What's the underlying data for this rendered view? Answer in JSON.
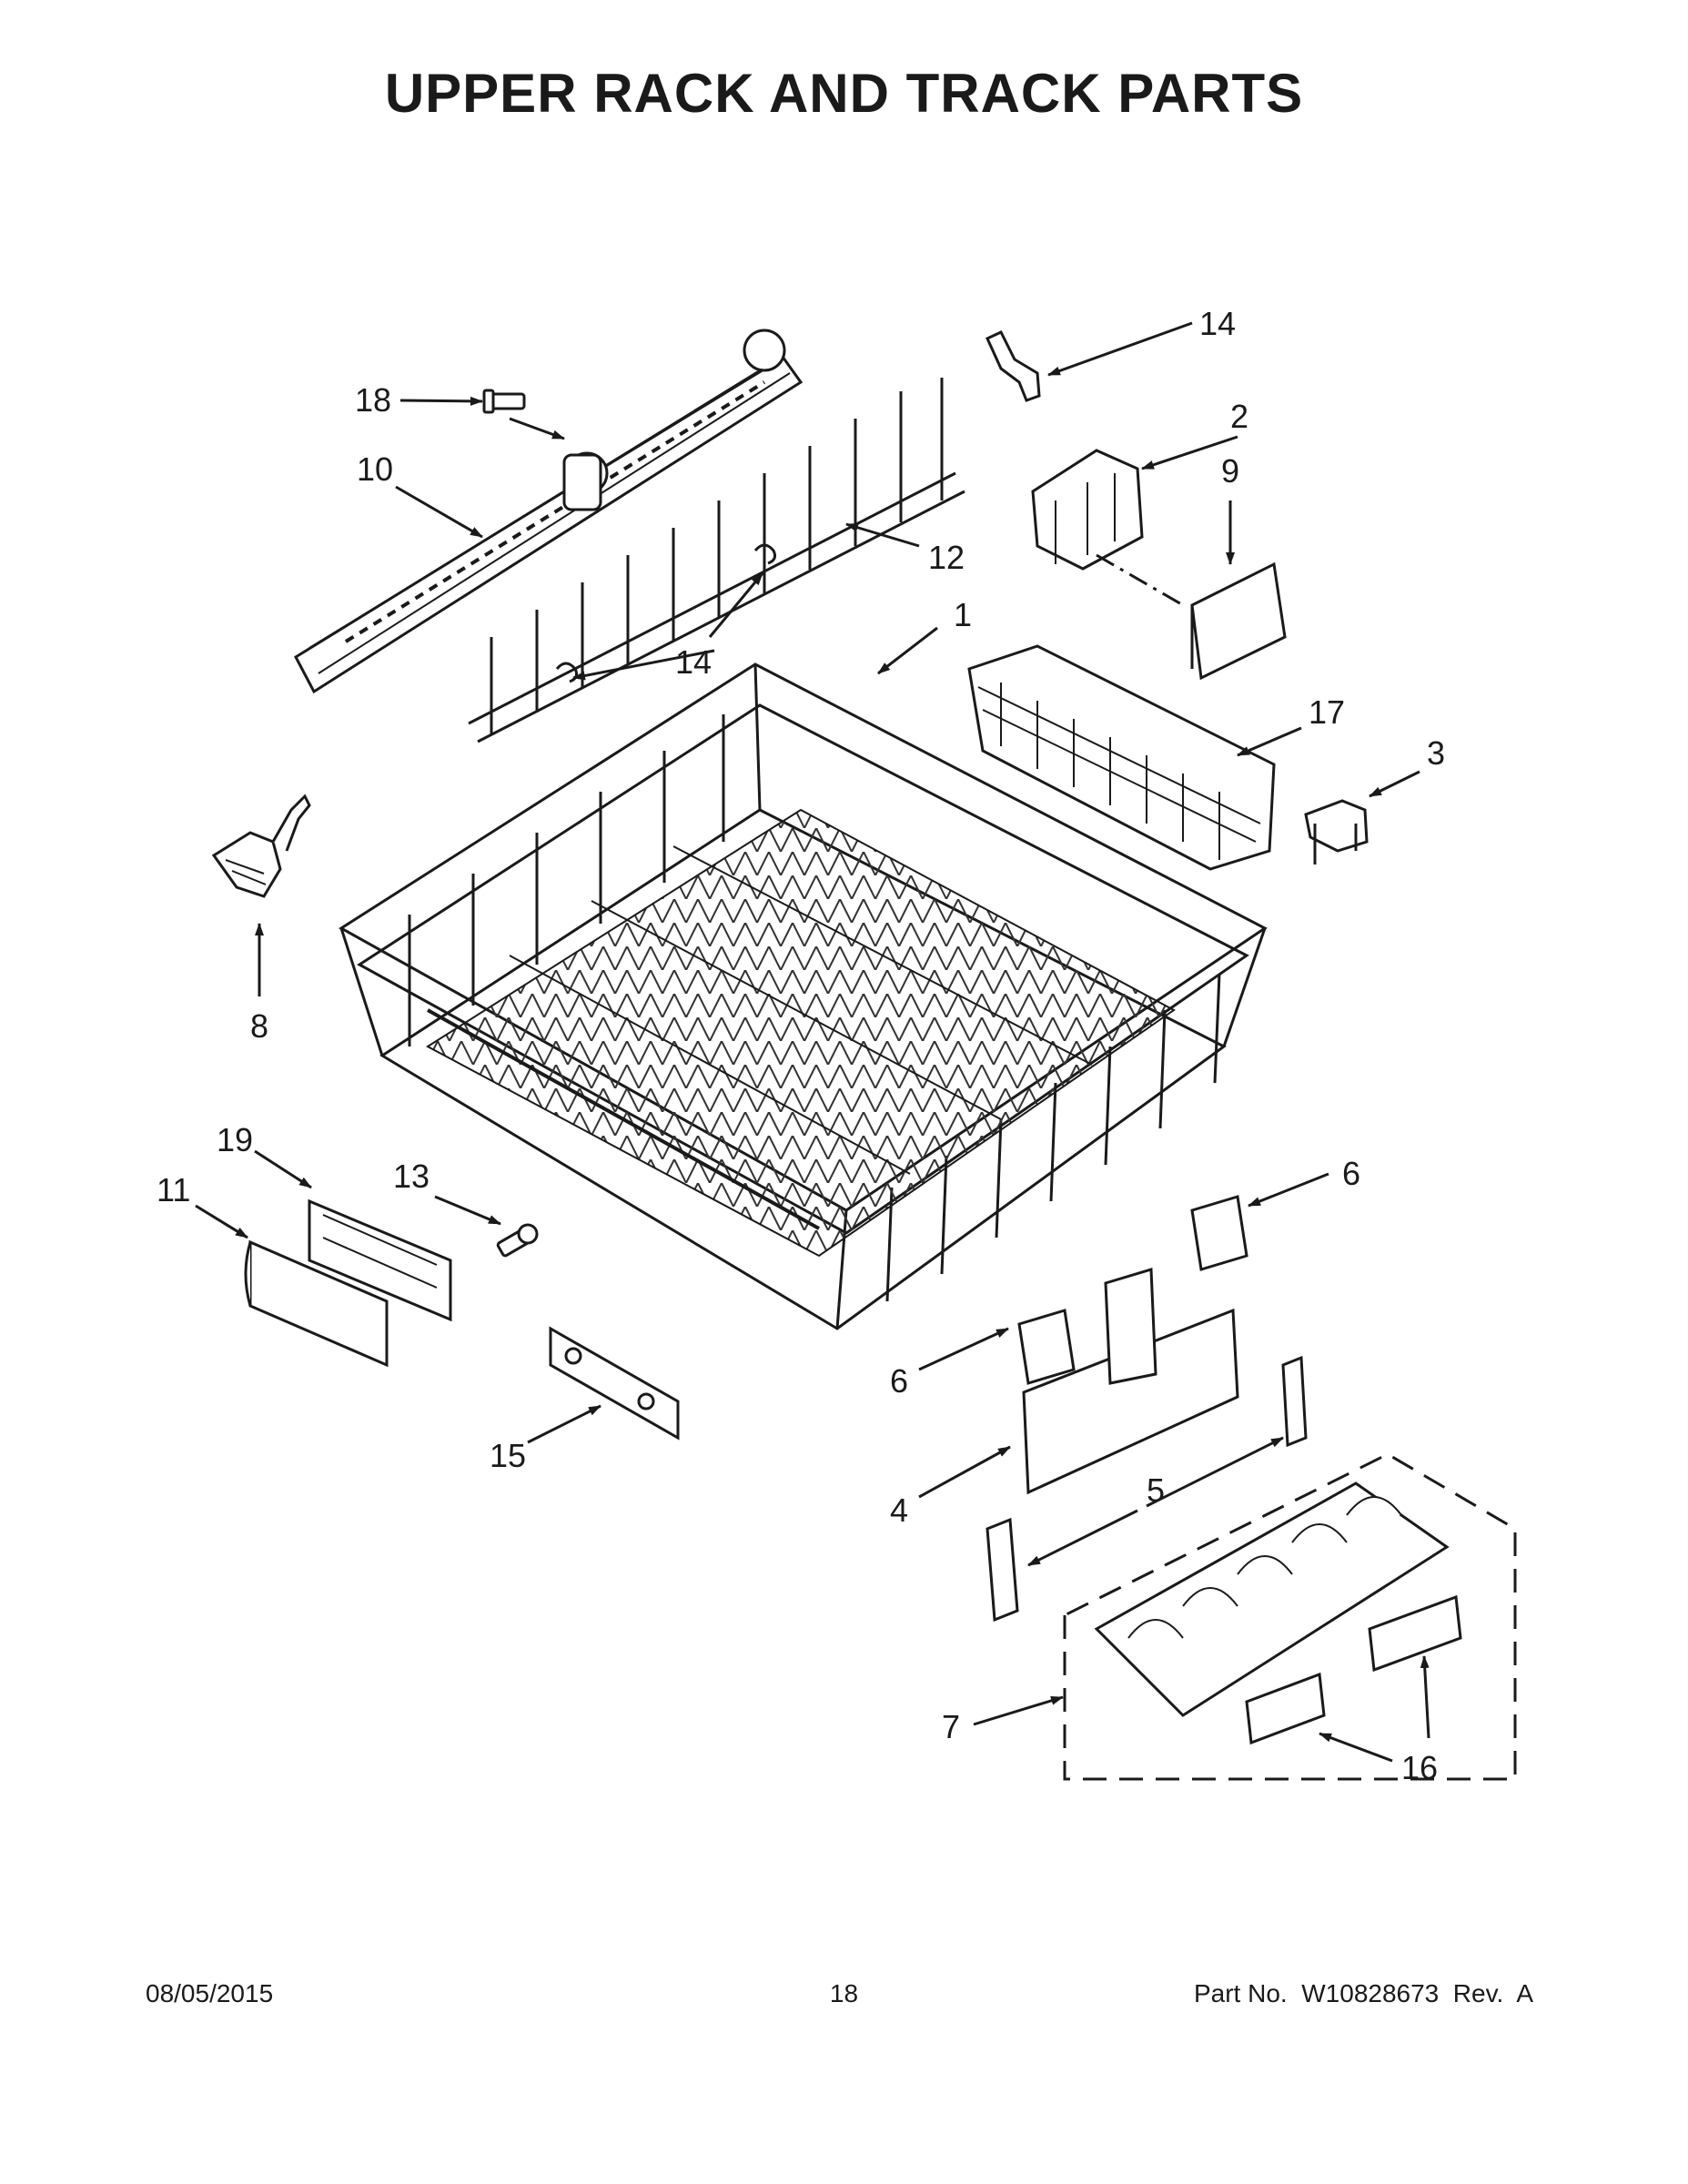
{
  "page": {
    "title": "UPPER RACK AND TRACK PARTS"
  },
  "callouts": {
    "c1": "1",
    "c2": "2",
    "c3": "3",
    "c4": "4",
    "c5": "5",
    "c6a": "6",
    "c6b": "6",
    "c7": "7",
    "c8": "8",
    "c9": "9",
    "c10": "10",
    "c11": "11",
    "c12": "12",
    "c13": "13",
    "c14a": "14",
    "c14b": "14",
    "c15": "15",
    "c16": "16",
    "c17": "17",
    "c18": "18",
    "c19": "19"
  },
  "footer": {
    "date": "08/05/2015",
    "page_number": "18",
    "part_number": "Part No.  W10828673  Rev.  A"
  }
}
